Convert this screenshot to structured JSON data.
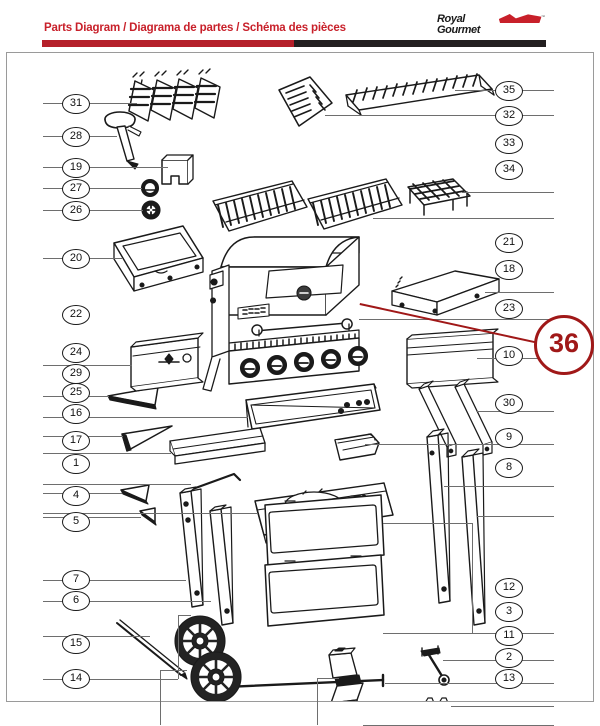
{
  "header": {
    "title": "Parts Diagram / Diagrama de partes / Schéma des pièces",
    "brand_line1": "Royal",
    "brand_line2": "Gourmet",
    "trademark": "™",
    "accent_red": "#C8202A",
    "bar_dark": "#231F20"
  },
  "highlight": {
    "number": "36",
    "color": "#A01818",
    "points_to": "control-knob-right"
  },
  "callouts_left": [
    {
      "number": "31",
      "label": "burner-tubes"
    },
    {
      "number": "28",
      "label": "igniter-knob-assembly"
    },
    {
      "number": "19",
      "label": "bracket-clip"
    },
    {
      "number": "27",
      "label": "igniter-button"
    },
    {
      "number": "26",
      "label": "igniter-nut"
    },
    {
      "number": "20",
      "label": "side-shelf-lid"
    },
    {
      "number": "22",
      "label": "control-panel"
    },
    {
      "number": "24",
      "label": "shelf-bracket-upper"
    },
    {
      "number": "29",
      "label": "grease-tray-frame"
    },
    {
      "number": "25",
      "label": "shelf-bracket-lower"
    },
    {
      "number": "16",
      "label": "bottom-shelf"
    },
    {
      "number": "17",
      "label": "support-rod"
    },
    {
      "number": "1",
      "label": "bottom-base-panel"
    },
    {
      "number": "4",
      "label": "corner-bracket-left"
    },
    {
      "number": "5",
      "label": "corner-bracket-right"
    },
    {
      "number": "7",
      "label": "front-leg-left"
    },
    {
      "number": "6",
      "label": "front-leg-right"
    },
    {
      "number": "15",
      "label": "axle-rod"
    },
    {
      "number": "14",
      "label": "wheels"
    }
  ],
  "callouts_right": [
    {
      "number": "35",
      "label": "warming-rack"
    },
    {
      "number": "32",
      "label": "heat-tent"
    },
    {
      "number": "33",
      "label": "side-burner-grate"
    },
    {
      "number": "34",
      "label": "cooking-grate"
    },
    {
      "number": "21",
      "label": "side-table-lid"
    },
    {
      "number": "18",
      "label": "grill-body"
    },
    {
      "number": "23",
      "label": "front-panel"
    },
    {
      "number": "10",
      "label": "cross-rails"
    },
    {
      "number": "30",
      "label": "grease-cup"
    },
    {
      "number": "9",
      "label": "rear-leg-left"
    },
    {
      "number": "8",
      "label": "rear-leg-right"
    },
    {
      "number": "12",
      "label": "cabinet-doors"
    },
    {
      "number": "3",
      "label": "wrench-tool"
    },
    {
      "number": "11",
      "label": "long-rod"
    },
    {
      "number": "2",
      "label": "mounting-bracket"
    },
    {
      "number": "13",
      "label": "leg-caps"
    }
  ]
}
